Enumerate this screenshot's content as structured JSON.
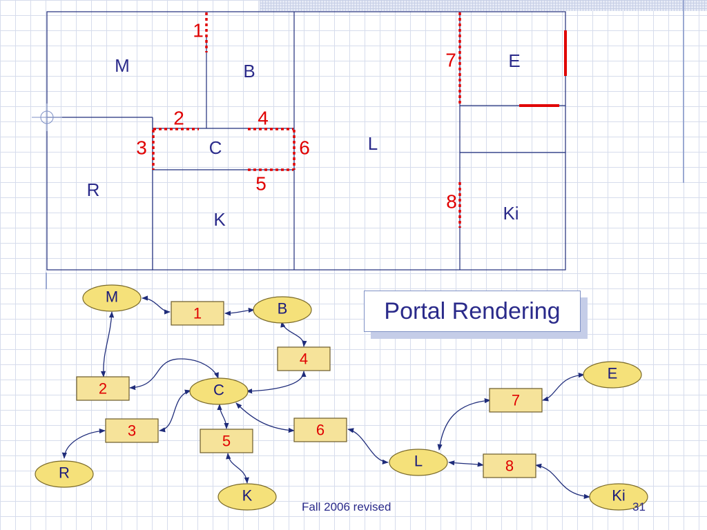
{
  "floorplan": {
    "rooms": [
      "M",
      "B",
      "C",
      "R",
      "K",
      "L",
      "E",
      "Ki"
    ],
    "portals": [
      "1",
      "2",
      "3",
      "4",
      "5",
      "6",
      "7",
      "8"
    ]
  },
  "graph": {
    "nodes": [
      "M",
      "B",
      "C",
      "R",
      "K",
      "L",
      "E",
      "Ki"
    ],
    "portals": [
      "1",
      "2",
      "3",
      "4",
      "5",
      "6",
      "7",
      "8"
    ],
    "edges": [
      [
        "M",
        "1"
      ],
      [
        "1",
        "B"
      ],
      [
        "B",
        "4"
      ],
      [
        "4",
        "C"
      ],
      [
        "M",
        "2"
      ],
      [
        "2",
        "C"
      ],
      [
        "C",
        "3"
      ],
      [
        "3",
        "R"
      ],
      [
        "C",
        "5"
      ],
      [
        "5",
        "K"
      ],
      [
        "C",
        "6"
      ],
      [
        "6",
        "L"
      ],
      [
        "L",
        "7"
      ],
      [
        "7",
        "E"
      ],
      [
        "L",
        "8"
      ],
      [
        "8",
        "Ki"
      ]
    ]
  },
  "colors": {
    "room_line": "#1f2c7a",
    "portal_red": "#e00000",
    "node_fill": "#f5e17a",
    "box_fill": "#f6e39a",
    "label_blue": "#2a2a8a"
  },
  "title": "Portal Rendering",
  "footer": "Fall 2006 revised",
  "page_number": "31"
}
